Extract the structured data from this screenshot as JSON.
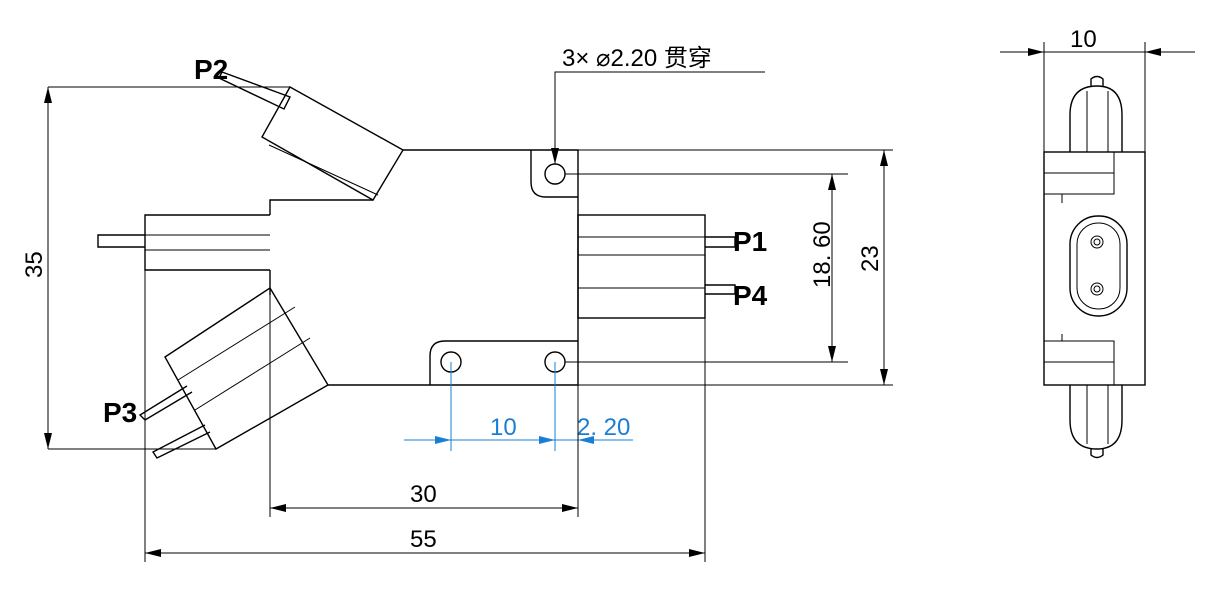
{
  "front_view": {
    "ports": {
      "p1": "P1",
      "p2": "P2",
      "p3": "P3",
      "p4": "P4"
    },
    "hole_note": "3× ⌀2.20 贯穿",
    "dims": {
      "height_total": "35",
      "height_body": "23",
      "hole_spacing_v": "18. 60",
      "hole_spacing_h": "10",
      "hole_diameter": "2. 20",
      "width_body": "30",
      "width_total": "55"
    }
  },
  "side_view": {
    "dims": {
      "width": "10"
    }
  },
  "colors": {
    "outline": "#000000",
    "blue_dimension": "#1a7fd4"
  }
}
